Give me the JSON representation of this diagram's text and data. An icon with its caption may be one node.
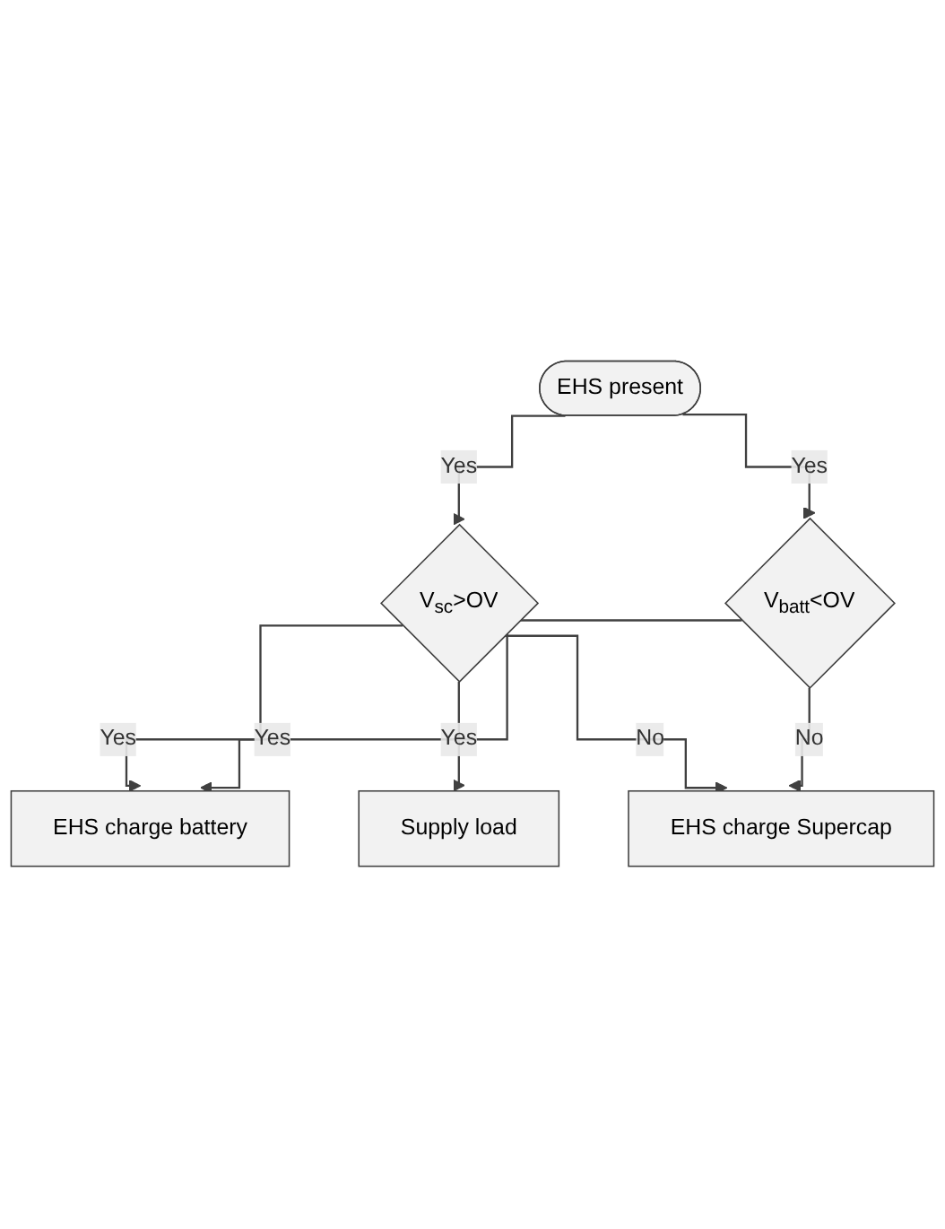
{
  "diagram": {
    "nodes": [
      {
        "text": [
          "EHS present"
        ]
      },
      {
        "text": [
          "V$_{sc}$>OV"
        ]
      },
      {
        "text": [
          "V$_{batt}$<OV"
        ]
      },
      {
        "text": [
          "EHS charge battery"
        ]
      },
      {
        "text": [
          "Supply load"
        ]
      },
      {
        "text": [
          "EHS charge Supercap"
        ]
      }
    ],
    "edges": [
      {
        "from": 0,
        "to": 1,
        "arrow": "to",
        "label": "Yes"
      },
      {
        "from": 0,
        "to": 2,
        "arrow": "to",
        "label": "Yes"
      },
      {
        "from": 1,
        "to": 3,
        "arrow": "to",
        "label": "Yes"
      },
      {
        "from": 1,
        "to": 4,
        "arrow": "to",
        "label": "Yes"
      },
      {
        "from": 2,
        "to": 3,
        "arrow": "to",
        "label": "Yes"
      },
      {
        "from": 1,
        "to": 5,
        "arrow": "to",
        "label": "No"
      },
      {
        "from": 2,
        "to": 5,
        "arrow": "to",
        "label": "No"
      }
    ]
  }
}
